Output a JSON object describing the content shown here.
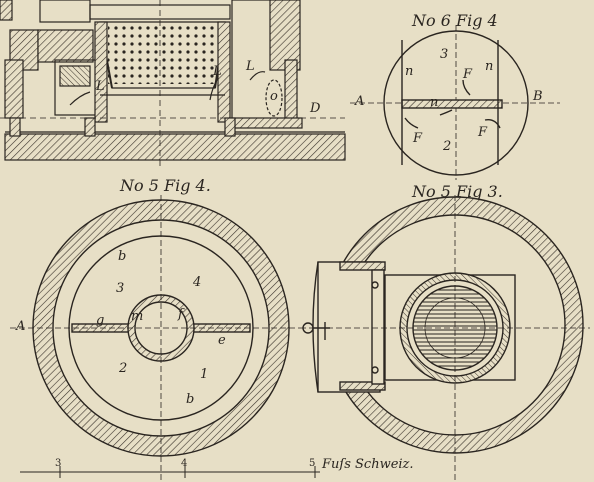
{
  "titles": {
    "fig_top_right": "No 6 Fig 4",
    "fig_bottom_left": "No 5 Fig 4.",
    "fig_bottom_right": "No 5 Fig 3."
  },
  "labels": {
    "top_left": {
      "L1": "L",
      "L2": "L",
      "L3": "L",
      "o": "o",
      "D": "D"
    },
    "top_right": {
      "A": "A",
      "B": "B",
      "n1": "n",
      "n2": "n",
      "n_mid": "n",
      "F1": "F",
      "F2": "F",
      "F3": "F",
      "num3": "3",
      "num2": "2"
    },
    "bottom_left": {
      "A": "A",
      "b1": "b",
      "b2": "b",
      "n3": "3",
      "n4": "4",
      "n2": "2",
      "n1": "1",
      "g": "g",
      "m": "m",
      "f": "f",
      "e": "e"
    }
  },
  "scale": {
    "ticks": [
      "3",
      "4",
      "5"
    ],
    "unit": "Fuſs Schweiz."
  },
  "colors": {
    "paper": "#e7dfc6",
    "ink": "#2a2520",
    "hatch": "#3a332b"
  }
}
